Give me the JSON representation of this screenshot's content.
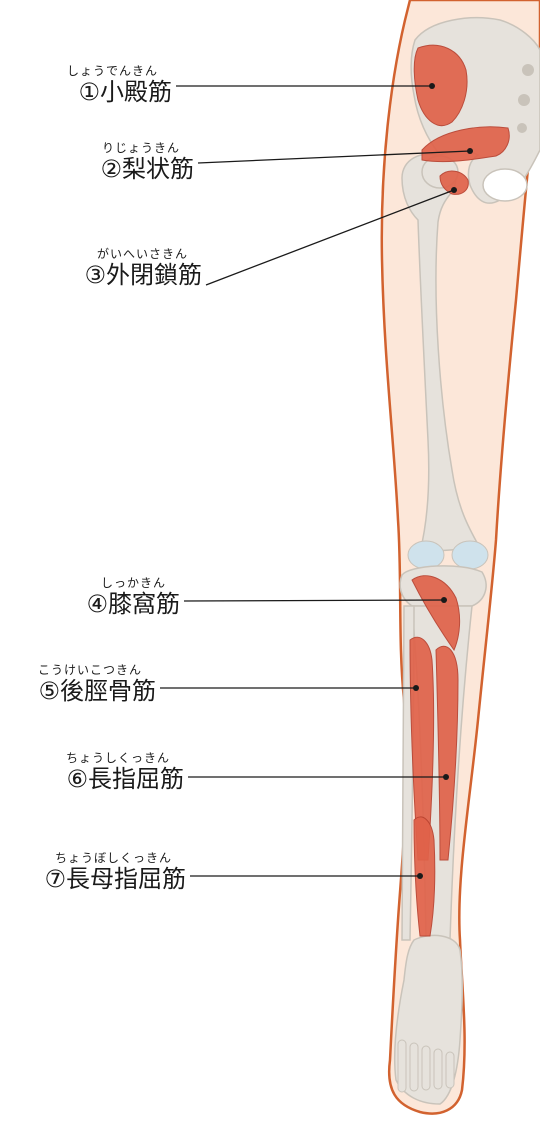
{
  "colors": {
    "skin_fill": "#fce7d9",
    "skin_outline": "#d2622f",
    "bone": "#e6e2dc",
    "bone_shadow": "#c9c3ba",
    "muscle": "#e0624a",
    "muscle_dark": "#b8412f",
    "cartilage": "#cfe2ec",
    "leader_line": "#1a1a1a"
  },
  "labels": [
    {
      "id": "1",
      "ruby": "しょうでんきん",
      "name": "①小殿筋"
    },
    {
      "id": "2",
      "ruby": "りじょうきん",
      "name": "②梨状筋"
    },
    {
      "id": "3",
      "ruby": "がいへいさきん",
      "name": "③外閉鎖筋"
    },
    {
      "id": "4",
      "ruby": "しっかきん",
      "name": "④膝窩筋"
    },
    {
      "id": "5",
      "ruby": "こうけいこつきん",
      "name": "⑤後脛骨筋"
    },
    {
      "id": "6",
      "ruby": "ちょうしくっきん",
      "name": "⑥長指屈筋"
    },
    {
      "id": "7",
      "ruby": "ちょうぼしくっきん",
      "name": "⑦長母指屈筋"
    }
  ]
}
